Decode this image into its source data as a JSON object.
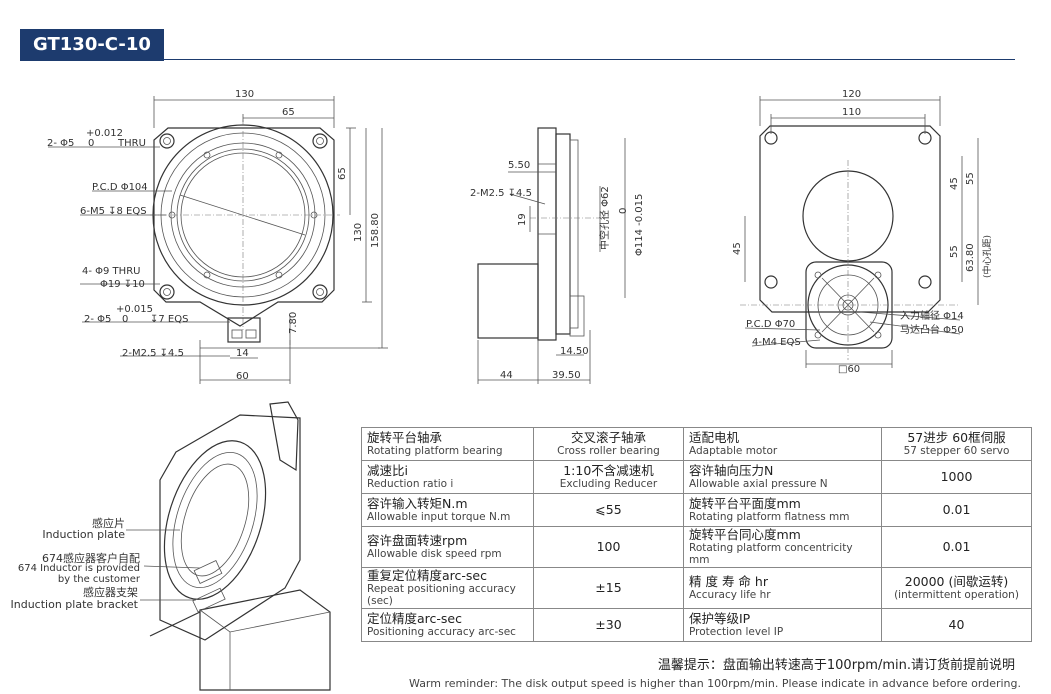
{
  "header": {
    "model": "GT130-C-10"
  },
  "front_view": {
    "dim_130_top": "130",
    "dim_65_top": "65",
    "dim_65_side": "65",
    "dim_130_side": "130",
    "dim_158": "158.80",
    "hole_tol_upper": "+0.012",
    "hole_tol_lower": "0",
    "hole_thru_label": "2- Φ5",
    "thru": "THRU",
    "pcd": "P.C.D Φ104",
    "m5": "6-M5 ↧8 EQS",
    "phi9": "4- Φ9 THRU",
    "phi19": "Φ19 ↧10",
    "hole2_tol_upper": "+0.015",
    "hole2_tol_lower": "0",
    "hole2_label": "2- Φ5",
    "hole2_depth": "↧7 EQS",
    "m25": "2-M2.5 ↧4.5",
    "dim_14": "14",
    "dim_60": "60",
    "dim_780": "7.80"
  },
  "side_view": {
    "dim_550": "5.50",
    "m25": "2-M2.5 ↧4.5",
    "dim_19": "19",
    "hollow": "中空孔径 Φ62",
    "dia_114_tol": "0",
    "dia_114": "Φ114 -0.015",
    "dim_1450": "14.50",
    "dim_44": "44",
    "dim_3950": "39.50"
  },
  "top_view": {
    "dim_120": "120",
    "dim_110": "110",
    "dim_45a": "45",
    "dim_55a": "55",
    "dim_45b": "45",
    "dim_55b": "55",
    "dim_6380": "63.80",
    "center_hole": "(中心孔距)",
    "input_shaft": "入力轴径 Φ14",
    "motor_boss": "马达凸台 Φ50",
    "pcd70": "P.C.D Φ70",
    "m4": "4-M4 EQS",
    "square60": "□60"
  },
  "iso_view": {
    "plate_cn": "感应片",
    "plate_en": "Induction plate",
    "inductor_cn": "674感应器客户自配",
    "inductor_en1": "674 Inductor is provided",
    "inductor_en2": "by the customer",
    "bracket_cn": "感应器支架",
    "bracket_en": "Induction plate bracket"
  },
  "specs": [
    {
      "l_cn": "旋转平台轴承",
      "l_en": "Rotating platform bearing",
      "v1_cn": "交叉滚子轴承",
      "v1_en": "Cross roller bearing",
      "r_cn": "适配电机",
      "r_en": "Adaptable motor",
      "v2_cn": "57进步 60框伺服",
      "v2_en": "57 stepper 60 servo"
    },
    {
      "l_cn": "减速比i",
      "l_en": "Reduction ratio i",
      "v1_cn": "1:10不含减速机",
      "v1_en": "Excluding Reducer",
      "r_cn": "容许轴向压力N",
      "r_en": "Allowable axial pressure N",
      "v2_cn": "1000",
      "v2_en": ""
    },
    {
      "l_cn": "容许输入转矩N.m",
      "l_en": "Allowable input torque N.m",
      "v1_cn": "⩽55",
      "v1_en": "",
      "r_cn": "旋转平台平面度mm",
      "r_en": "Rotating platform flatness mm",
      "v2_cn": "0.01",
      "v2_en": ""
    },
    {
      "l_cn": "容许盘面转速rpm",
      "l_en": "Allowable disk speed rpm",
      "v1_cn": "100",
      "v1_en": "",
      "r_cn": "旋转平台同心度mm",
      "r_en": "Rotating platform concentricity mm",
      "v2_cn": "0.01",
      "v2_en": ""
    },
    {
      "l_cn": "重复定位精度arc-sec",
      "l_en": "Repeat positioning accuracy (sec)",
      "v1_cn": "±15",
      "v1_en": "",
      "r_cn": "精 度 寿 命 hr",
      "r_en": "Accuracy life hr",
      "v2_cn": "20000 (间歇运转)",
      "v2_en": "(intermittent operation)"
    },
    {
      "l_cn": "定位精度arc-sec",
      "l_en": "Positioning accuracy arc-sec",
      "v1_cn": "±30",
      "v1_en": "",
      "r_cn": "保护等级IP",
      "r_en": "Protection level IP",
      "v2_cn": "40",
      "v2_en": ""
    }
  ],
  "footer": {
    "reminder_cn": "温馨提示：盘面输出转速高于100rpm/min.请订货前提前说明",
    "reminder_en": "Warm reminder: The disk output speed is higher than 100rpm/min. Please indicate in advance before ordering."
  }
}
